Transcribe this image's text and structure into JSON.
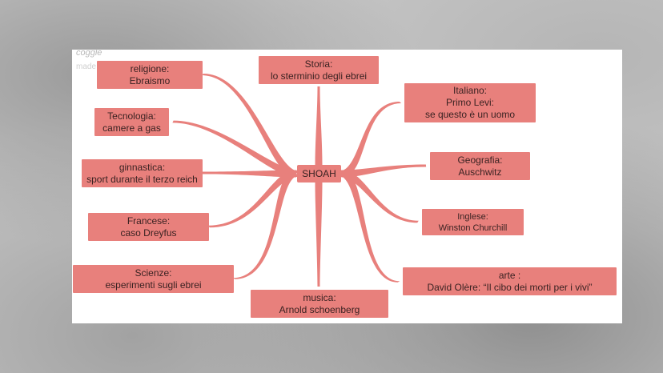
{
  "watermark": {
    "brand": "coggle",
    "tagline": "made for free a"
  },
  "center": {
    "label": "SHOAH"
  },
  "nodes": [
    {
      "id": "religione",
      "lines": [
        "religione:",
        "Ebraismo"
      ]
    },
    {
      "id": "tecnologia",
      "lines": [
        "Tecnologia:",
        "camere a gas"
      ]
    },
    {
      "id": "ginnastica",
      "lines": [
        "ginnastica:",
        "sport durante il terzo reich"
      ]
    },
    {
      "id": "francese",
      "lines": [
        "Francese:",
        "caso Dreyfus"
      ]
    },
    {
      "id": "scienze",
      "lines": [
        "Scienze:",
        "esperimenti sugli ebrei"
      ]
    },
    {
      "id": "storia",
      "lines": [
        "Storia:",
        "lo sterminio degli ebrei"
      ]
    },
    {
      "id": "musica",
      "lines": [
        "musica:",
        "Arnold schoenberg"
      ]
    },
    {
      "id": "italiano",
      "lines": [
        "Italiano:",
        "Primo Levi:",
        "se questo è un uomo"
      ]
    },
    {
      "id": "geografia",
      "lines": [
        "Geografia:",
        "Auschwitz"
      ]
    },
    {
      "id": "inglese",
      "lines": [
        "Inglese:",
        "Winston Churchill"
      ]
    },
    {
      "id": "arte",
      "lines": [
        "arte :",
        "David Olère: “Il cibo dei morti per i vivi”"
      ]
    }
  ],
  "colors": {
    "node": "#e8807c",
    "link": "#e8807c",
    "text": "#3a2222"
  }
}
